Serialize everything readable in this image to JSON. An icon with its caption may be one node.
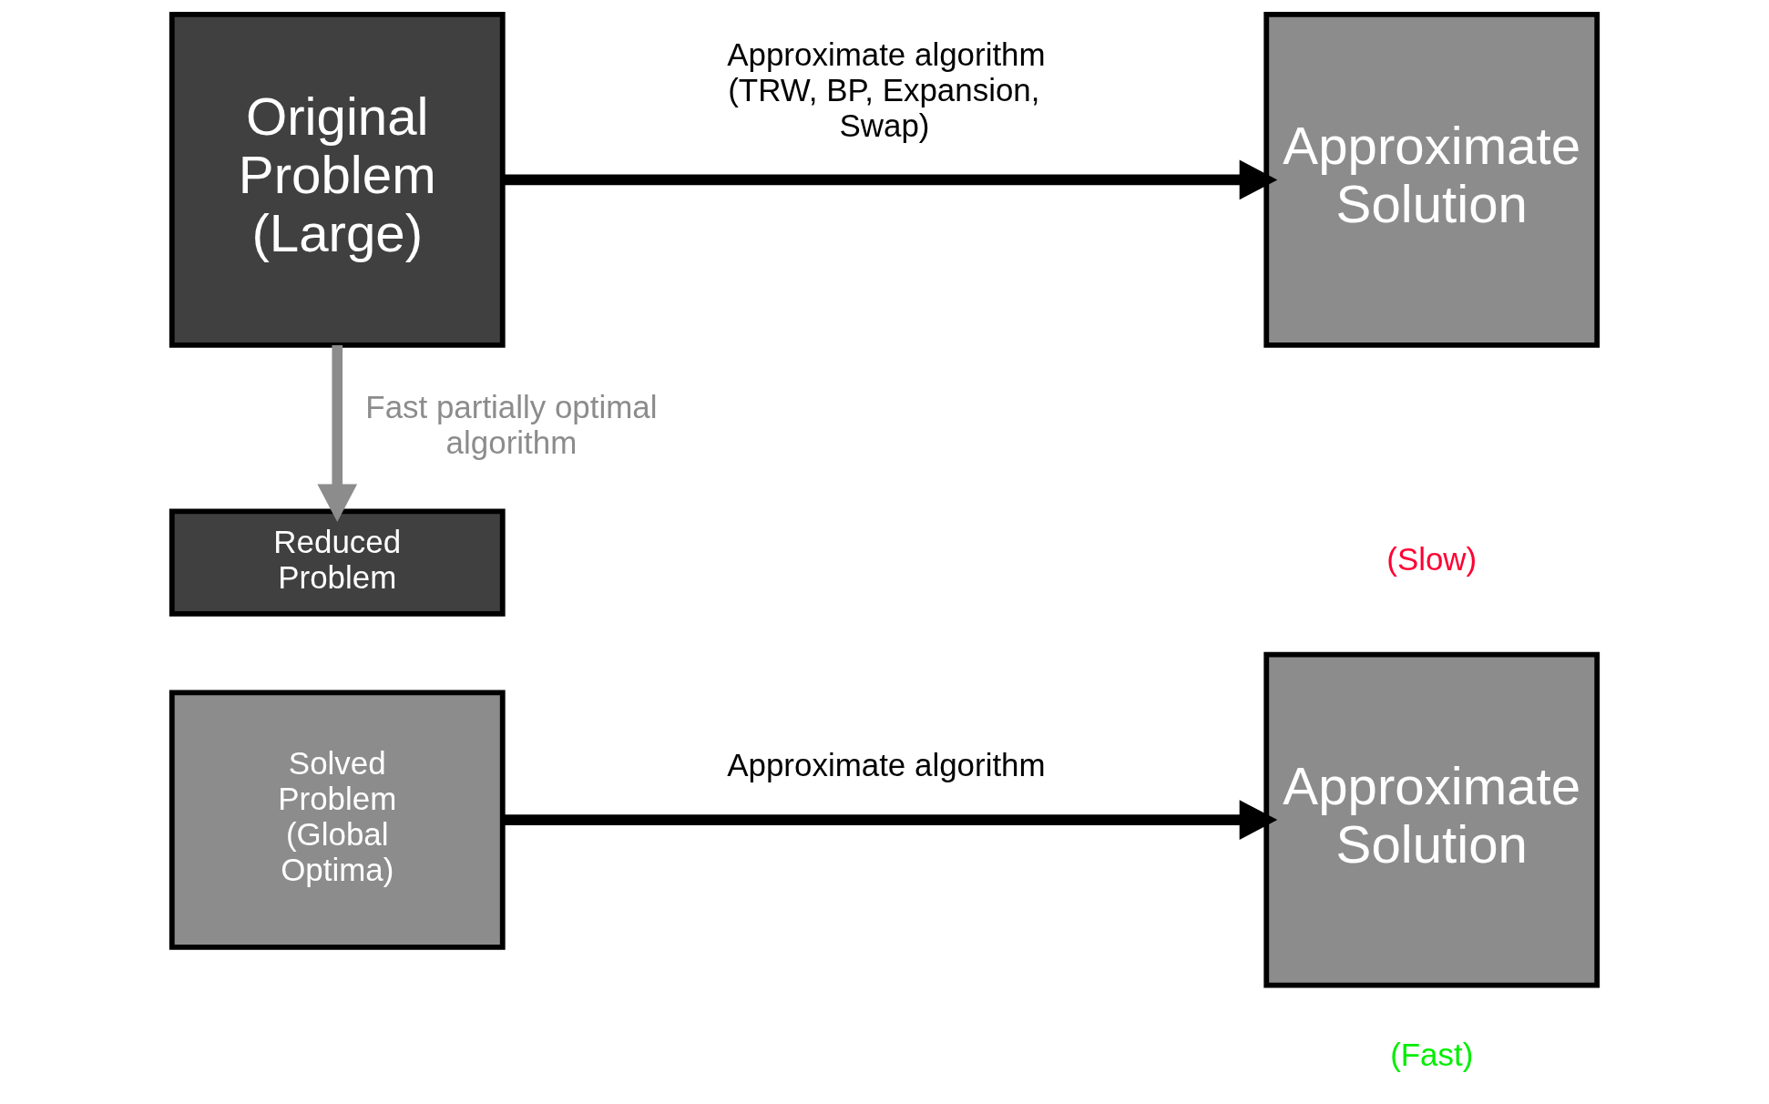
{
  "diagram": {
    "nodes": [
      {
        "text": [
          "Original Problem (Large)"
        ]
      },
      {
        "text": [
          "Approximate Solution"
        ]
      },
      {
        "text": [
          "Reduced Problem"
        ]
      },
      {
        "text": [
          "Solved Problem (Global Optima)"
        ]
      },
      {
        "text": [
          "Approximate Solution"
        ]
      }
    ],
    "edges": [
      {
        "from": 0,
        "to": 1,
        "arrow": "to",
        "label": "Approximate algorithm (TRW, BP, Expansion, Swap)"
      },
      {
        "from": 0,
        "to": 2,
        "arrow": "to",
        "label": "Fast partially optimal algorithm",
        "color": "#8c8c8c"
      },
      {
        "from": 3,
        "to": 4,
        "arrow": "to",
        "label": "Approximate algorithm"
      }
    ],
    "labels": [
      "(Slow)",
      "(Fast)"
    ]
  }
}
